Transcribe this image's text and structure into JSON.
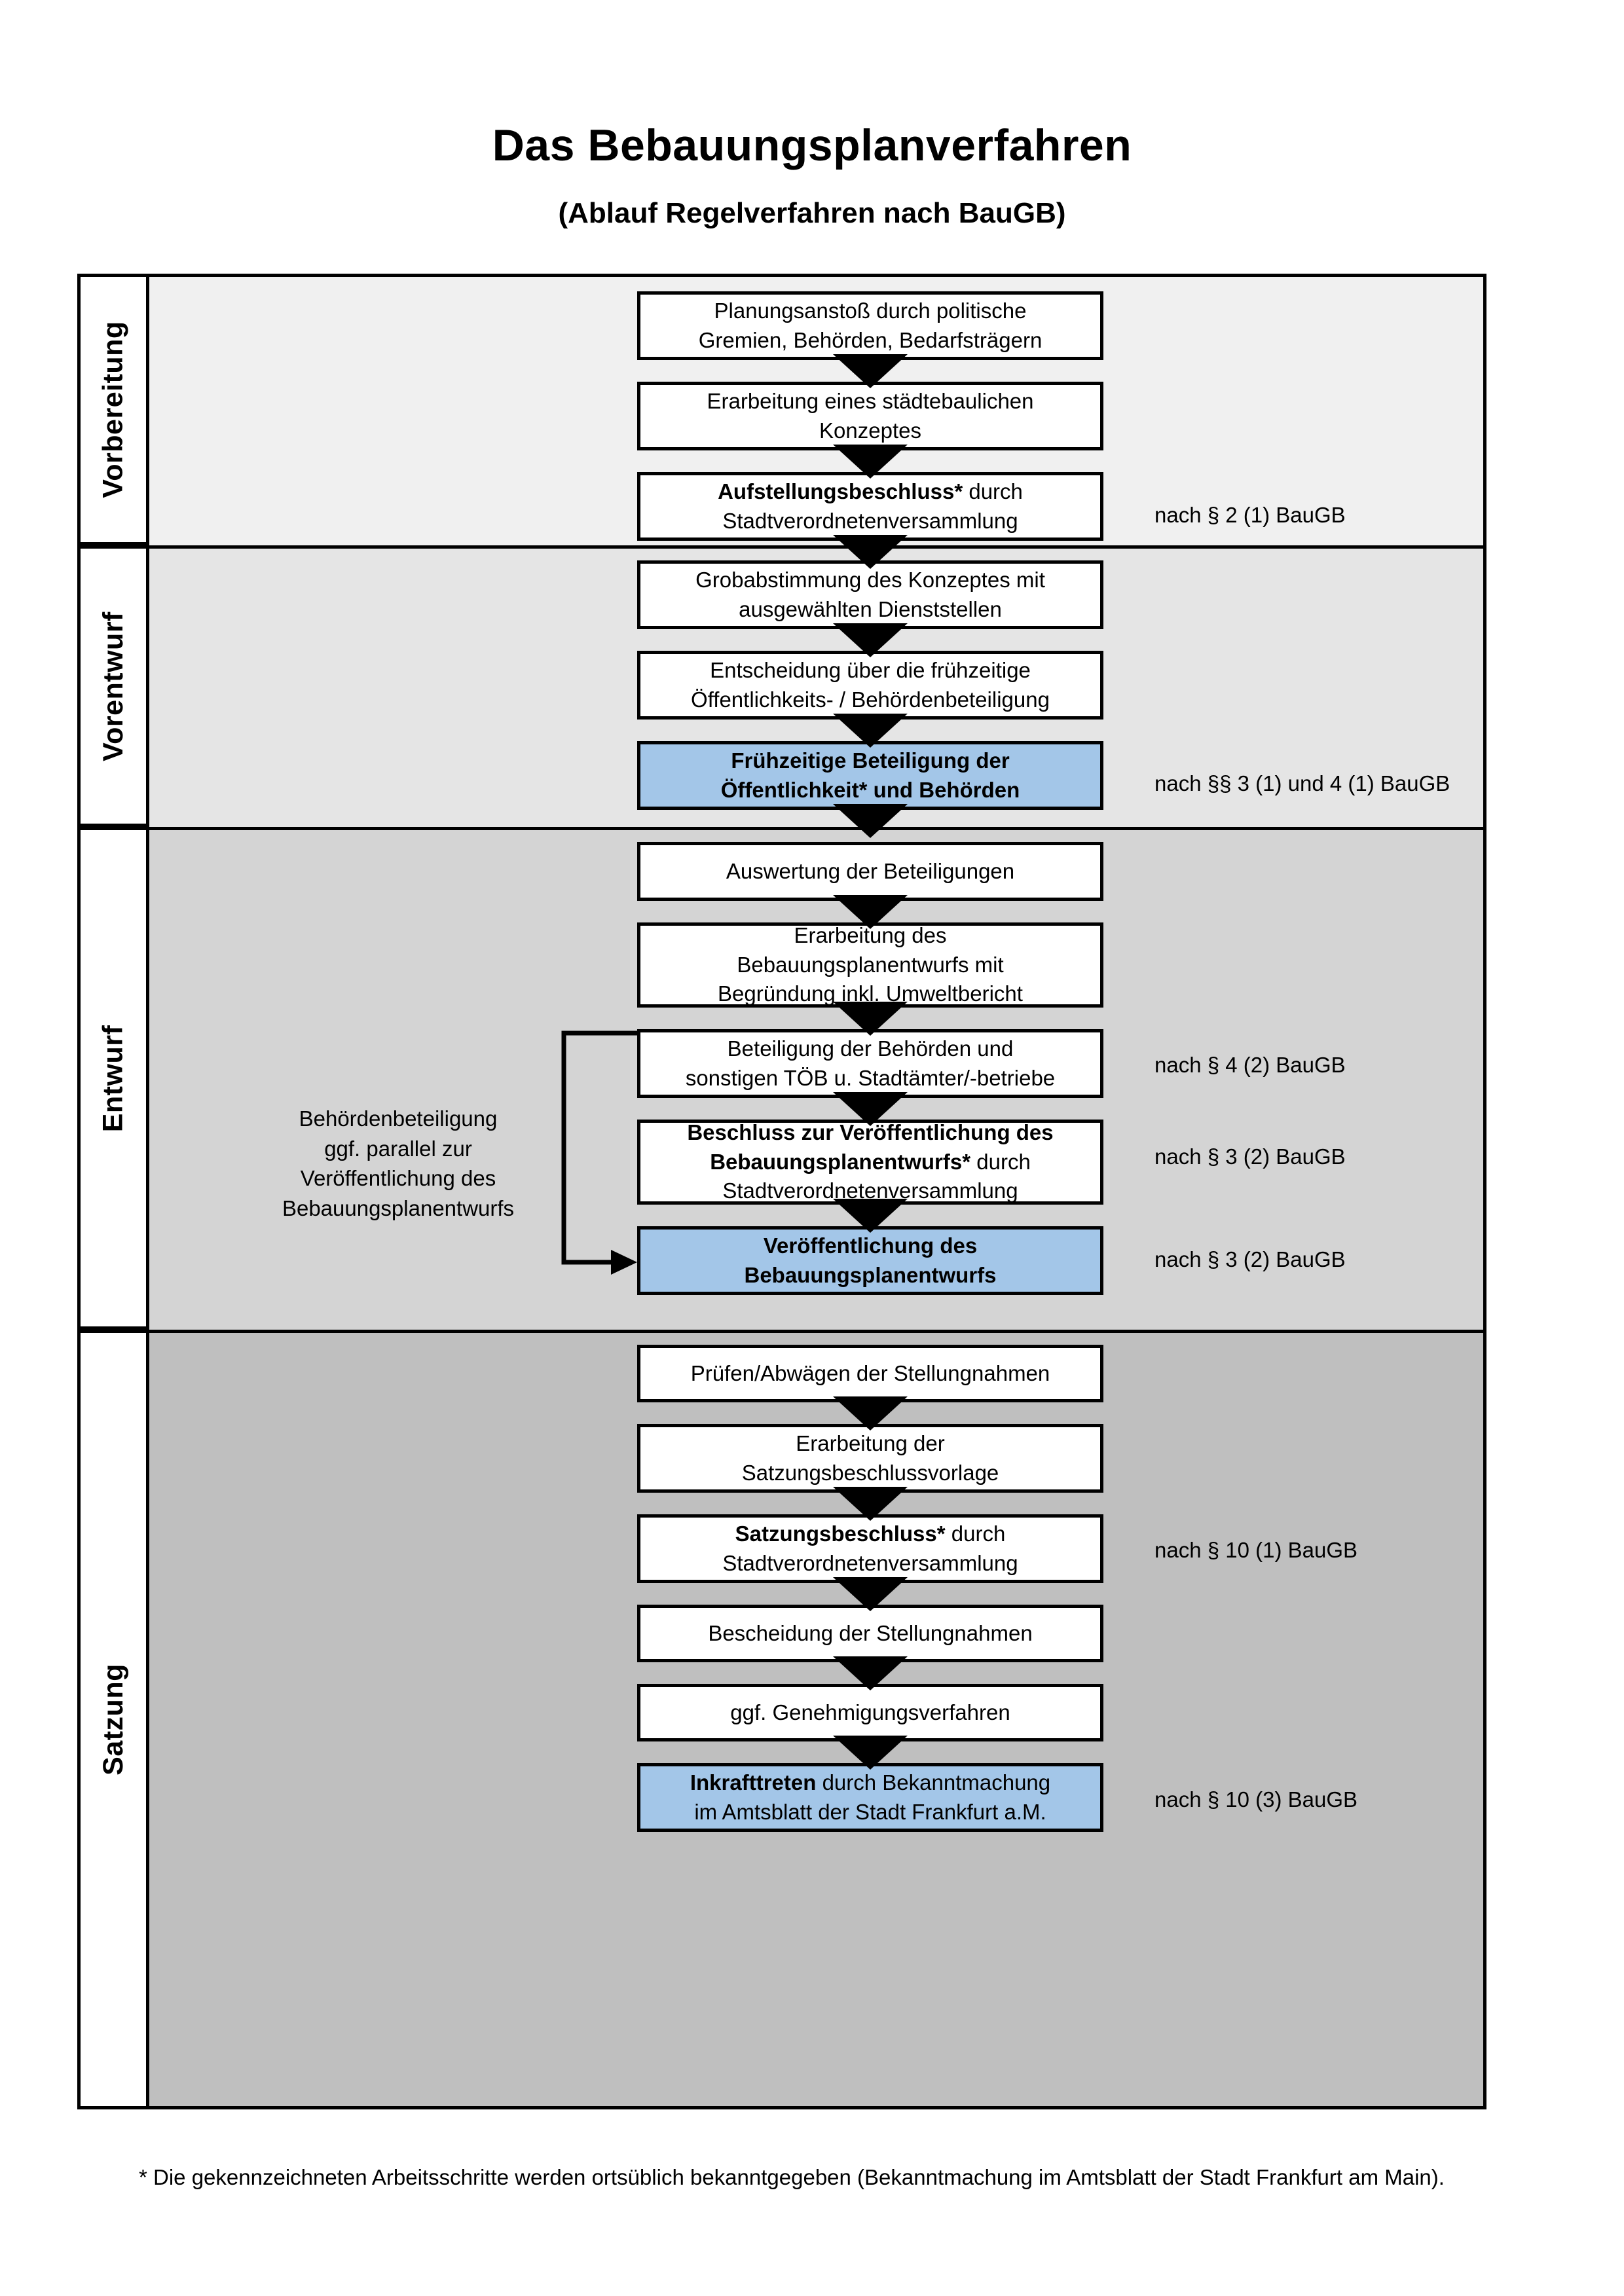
{
  "title": {
    "main": "Das Bebauungsplanverfahren",
    "sub": "(Ablauf Regelverfahren nach BauGB)"
  },
  "phases": [
    {
      "label": "Vorbereitung"
    },
    {
      "label": "Vorentwurf"
    },
    {
      "label": "Entwurf"
    },
    {
      "label": "Satzung"
    }
  ],
  "steps": {
    "s1_a": "Planungsanstoß durch politische",
    "s1_b": "Gremien, Behörden, Bedarfsträgern",
    "s2_a": "Erarbeitung eines städtebaulichen",
    "s2_b": "Konzeptes",
    "s3_bold": "Aufstellungsbeschluss*",
    "s3_rest": " durch",
    "s3_b": "Stadtverordnetenversammlung",
    "s4_a": "Grobabstimmung des Konzeptes mit",
    "s4_b": "ausgewählten Dienststellen",
    "s5_a": "Entscheidung über die frühzeitige",
    "s5_b": "Öffentlichkeits- / Behördenbeteiligung",
    "s6_a": "Frühzeitige Beteiligung der",
    "s6_b": "Öffentlichkeit* und Behörden",
    "s7_a": "Auswertung der Beteiligungen",
    "s8_a": "Erarbeitung des",
    "s8_b": "Bebauungsplanentwurfs mit",
    "s8_c": "Begründung inkl. Umweltbericht",
    "s9_a": "Beteiligung der Behörden und",
    "s9_b": "sonstigen TÖB u. Stadtämter/-betriebe",
    "s10_bold_a": "Beschluss zur Veröffentlichung des",
    "s10_bold_b": "Bebauungsplanentwurfs*",
    "s10_rest": " durch",
    "s10_c": "Stadtverordnetenversammlung",
    "s11_a": "Veröffentlichung des",
    "s11_b": "Bebauungsplanentwurfs",
    "s12_a": "Prüfen/Abwägen der Stellungnahmen",
    "s13_a": "Erarbeitung der",
    "s13_b": "Satzungsbeschlussvorlage",
    "s14_bold": "Satzungsbeschluss*",
    "s14_rest": " durch",
    "s14_b": "Stadtverordnetenversammlung",
    "s15_a": "Bescheidung der Stellungnahmen",
    "s16_a": "ggf. Genehmigungsverfahren",
    "s17_bold": "Inkrafttreten",
    "s17_rest": " durch Bekanntmachung",
    "s17_b": "im Amtsblatt der Stadt Frankfurt a.M."
  },
  "legal_notes": {
    "n1": "nach § 2 (1) BauGB",
    "n2": "nach §§ 3 (1) und 4 (1) BauGB",
    "n3": "nach § 4 (2) BauGB",
    "n4": "nach § 3 (2) BauGB",
    "n5": "nach § 3 (2) BauGB",
    "n6": "nach § 10 (1) BauGB",
    "n7": "nach § 10 (3) BauGB"
  },
  "side_note": {
    "l1": "Behördenbeteiligung",
    "l2": "ggf. parallel zur",
    "l3": "Veröffentlichung des",
    "l4": "Bebauungsplanentwurfs"
  },
  "footnote": {
    "text": "* Die gekennzeichneten Arbeitsschritte werden ortsüblich bekanntgegeben (Bekanntmachung im Amtsblatt  der Stadt Frankfurt am Main)."
  },
  "colors": {
    "highlight_blue": "#A3C6E8",
    "band_vorbereitung": "#F0F0F0",
    "band_vorentwurf": "#E5E5E5",
    "band_entwurf": "#D4D4D4",
    "band_satzung": "#BFBFBF",
    "line": "#000000"
  }
}
